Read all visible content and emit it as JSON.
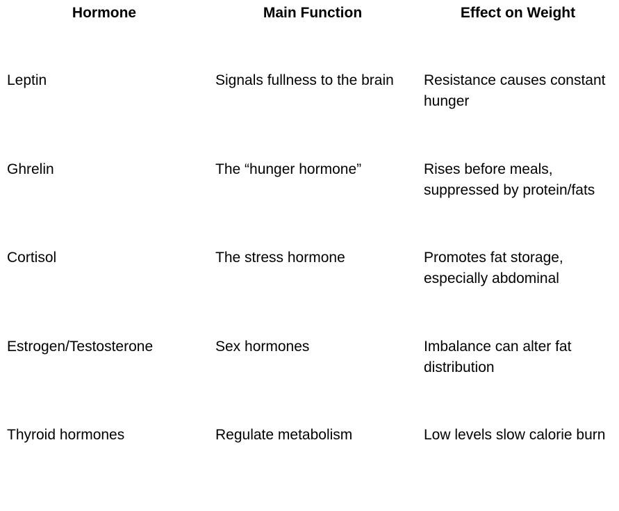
{
  "page": {
    "background_color": "#ffffff",
    "text_color": "#000000"
  },
  "table": {
    "headers": [
      "Hormone",
      "Main Function",
      "Effect on Weight"
    ],
    "rows": [
      {
        "hormone": "Leptin",
        "main_function": "Signals fullness to the brain",
        "effect_on_weight": "Resistance causes constant\nhunger"
      },
      {
        "hormone": "Ghrelin",
        "main_function": "The “hunger hormone”",
        "effect_on_weight": "Rises before meals,\nsuppressed by protein/fats"
      },
      {
        "hormone": "Cortisol",
        "main_function": "The stress hormone",
        "effect_on_weight": "Promotes fat storage,\nespecially abdominal"
      },
      {
        "hormone": "Estrogen/Testosterone",
        "main_function": "Sex hormones",
        "effect_on_weight": "Imbalance can alter fat\ndistribution"
      },
      {
        "hormone": "Thyroid hormones",
        "main_function": "Regulate metabolism",
        "effect_on_weight": "Low levels slow calorie burn"
      }
    ]
  }
}
